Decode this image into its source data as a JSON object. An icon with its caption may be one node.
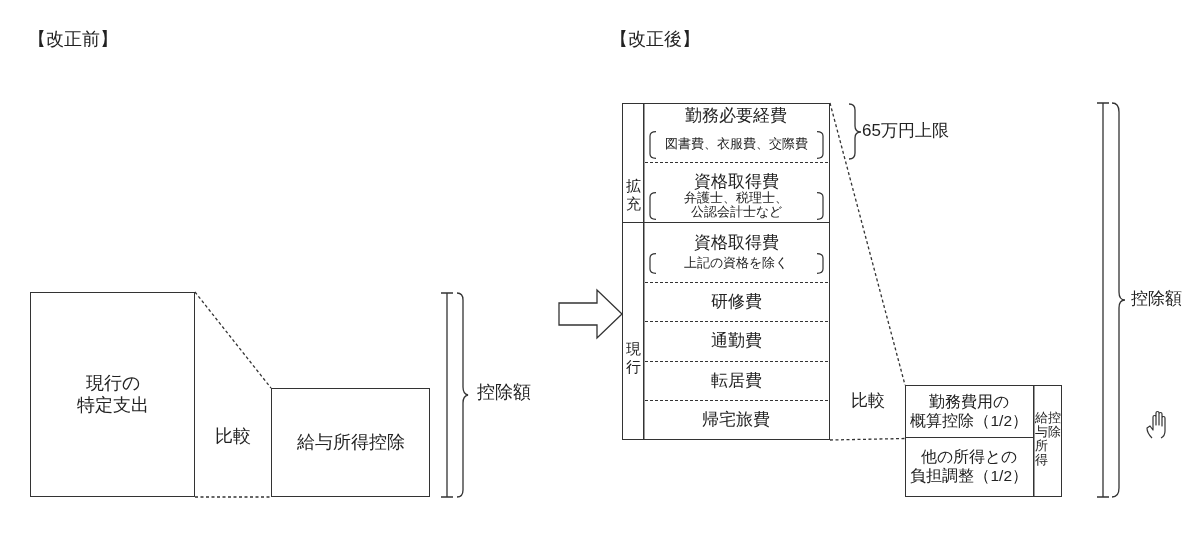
{
  "diagram": {
    "nodes": [
      {
        "text": [
          "現行の特定支出"
        ]
      },
      {
        "text": [
          "給与所得控除"
        ]
      },
      {
        "text": [
          "拡充"
        ]
      },
      {
        "text": [
          "勤務必要経費",
          "図書費、衣服費、交際費"
        ],
        "in": 2
      },
      {
        "text": [
          "資格取得費",
          "弁護士、税理士、公認会計士など"
        ],
        "in": 2
      },
      {
        "text": [
          "現行"
        ]
      },
      {
        "text": [
          "資格取得費",
          "上記の資格を除く"
        ],
        "in": 5
      },
      {
        "text": [
          "研修費"
        ],
        "in": 5
      },
      {
        "text": [
          "通勤費"
        ],
        "in": 5
      },
      {
        "text": [
          "転居費"
        ],
        "in": 5
      },
      {
        "text": [
          "帰宅旅費"
        ],
        "in": 5
      },
      {
        "text": [
          "給与所得控除"
        ]
      },
      {
        "text": [
          "勤務費用の概算控除（1/2）"
        ],
        "in": 11
      },
      {
        "text": [
          "他の所得との負担調整（1/2）"
        ],
        "in": 11
      }
    ],
    "edges": [
      {
        "from": 0,
        "to": 1,
        "arrow": "none",
        "style": "dashed"
      },
      {
        "from": 0,
        "to": 1,
        "arrow": "none",
        "style": "dashed"
      },
      {
        "from": null,
        "to": 5,
        "arrow": "to",
        "style": "thick"
      },
      {
        "from": 2,
        "to": 12,
        "arrow": "none",
        "style": "dashed"
      },
      {
        "from": 5,
        "to": 12,
        "arrow": "none",
        "style": "dashed"
      }
    ],
    "labels": [
      "【改正前】",
      "比較",
      "控除額",
      "【改正後】",
      "65万円上限",
      "比較",
      "控除額"
    ]
  }
}
